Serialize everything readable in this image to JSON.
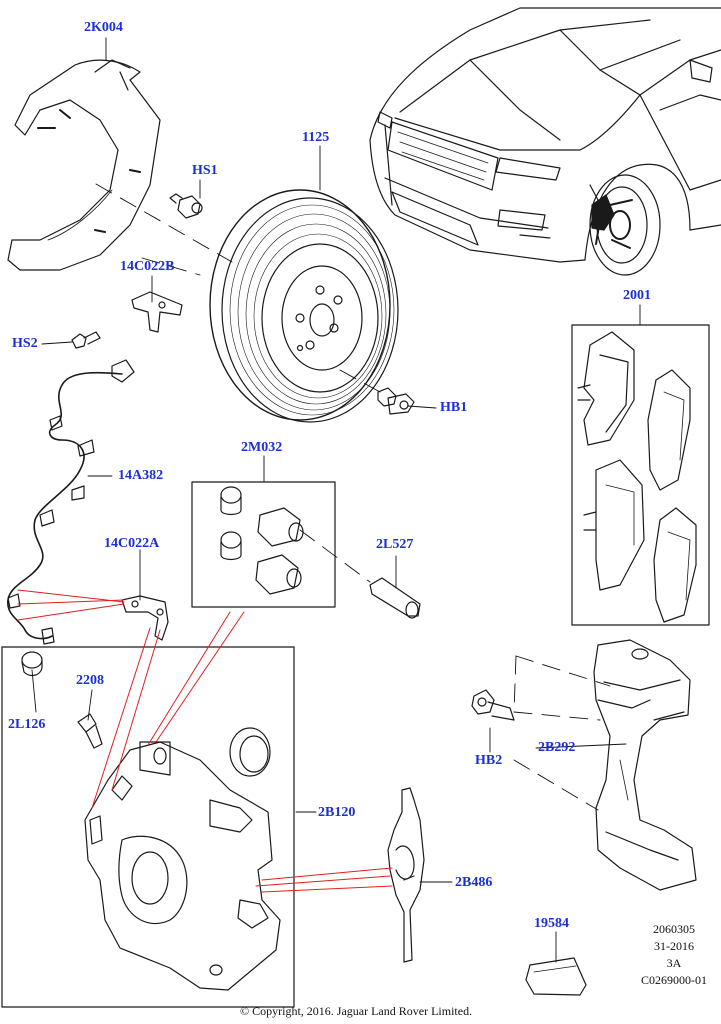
{
  "callouts": {
    "p2K004": "2K004",
    "pHS1": "HS1",
    "p1125": "1125",
    "p14C022B": "14C022B",
    "pHS2": "HS2",
    "p2001": "2001",
    "pHB1": "HB1",
    "p2M032": "2M032",
    "p14A382": "14A382",
    "p2L527": "2L527",
    "p14C022A": "14C022A",
    "p2208": "2208",
    "p2L126": "2L126",
    "pHB2": "HB2",
    "p2B292": "2B292",
    "p2B120": "2B120",
    "p2B486": "2B486",
    "p19584": "19584"
  },
  "reference": {
    "line1": "2060305",
    "line2": "31-2016",
    "line3": "3A",
    "line4": "C0269000-01"
  },
  "copyright": "© Copyright, 2016. Jaguar Land Rover Limited.",
  "colors": {
    "callout_text": "#1a2fd8",
    "leader_line": "#111111",
    "red_leader": "#e02020",
    "line_art": "#1a1a1a"
  }
}
